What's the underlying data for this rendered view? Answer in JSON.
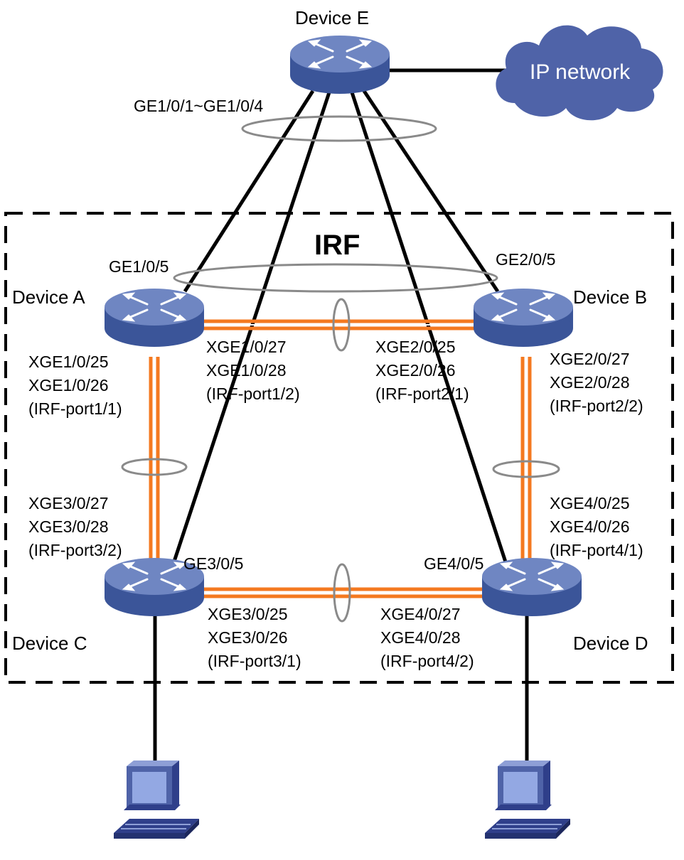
{
  "irf_label": "IRF",
  "cloud_label": "IP network",
  "devices": {
    "e": "Device E",
    "a": "Device A",
    "b": "Device B",
    "c": "Device C",
    "d": "Device D"
  },
  "ports": {
    "e_uplinks": "GE1/0/1~GE1/0/4",
    "a_ge": "GE1/0/5",
    "b_ge": "GE2/0/5",
    "c_ge": "GE3/0/5",
    "d_ge": "GE4/0/5"
  },
  "irf_ports": {
    "a_down": [
      "XGE1/0/25",
      "XGE1/0/26",
      "(IRF-port1/1)"
    ],
    "a_right": [
      "XGE1/0/27",
      "XGE1/0/28",
      "(IRF-port1/2)"
    ],
    "b_left": [
      "XGE2/0/25",
      "XGE2/0/26",
      "(IRF-port2/1)"
    ],
    "b_down": [
      "XGE2/0/27",
      "XGE2/0/28",
      "(IRF-port2/2)"
    ],
    "c_up": [
      "XGE3/0/27",
      "XGE3/0/28",
      "(IRF-port3/2)"
    ],
    "c_right": [
      "XGE3/0/25",
      "XGE3/0/26",
      "(IRF-port3/1)"
    ],
    "d_up": [
      "XGE4/0/25",
      "XGE4/0/26",
      "(IRF-port4/1)"
    ],
    "d_left": [
      "XGE4/0/27",
      "XGE4/0/28",
      "(IRF-port4/2)"
    ]
  },
  "colors": {
    "device_top": "#6f86c2",
    "device_side": "#3b5599",
    "irf_link": "#f47920",
    "cloud": "#4f63a8"
  },
  "icons": {
    "device": "switch-icon",
    "host": "pc-icon",
    "cloud": "cloud-icon"
  }
}
